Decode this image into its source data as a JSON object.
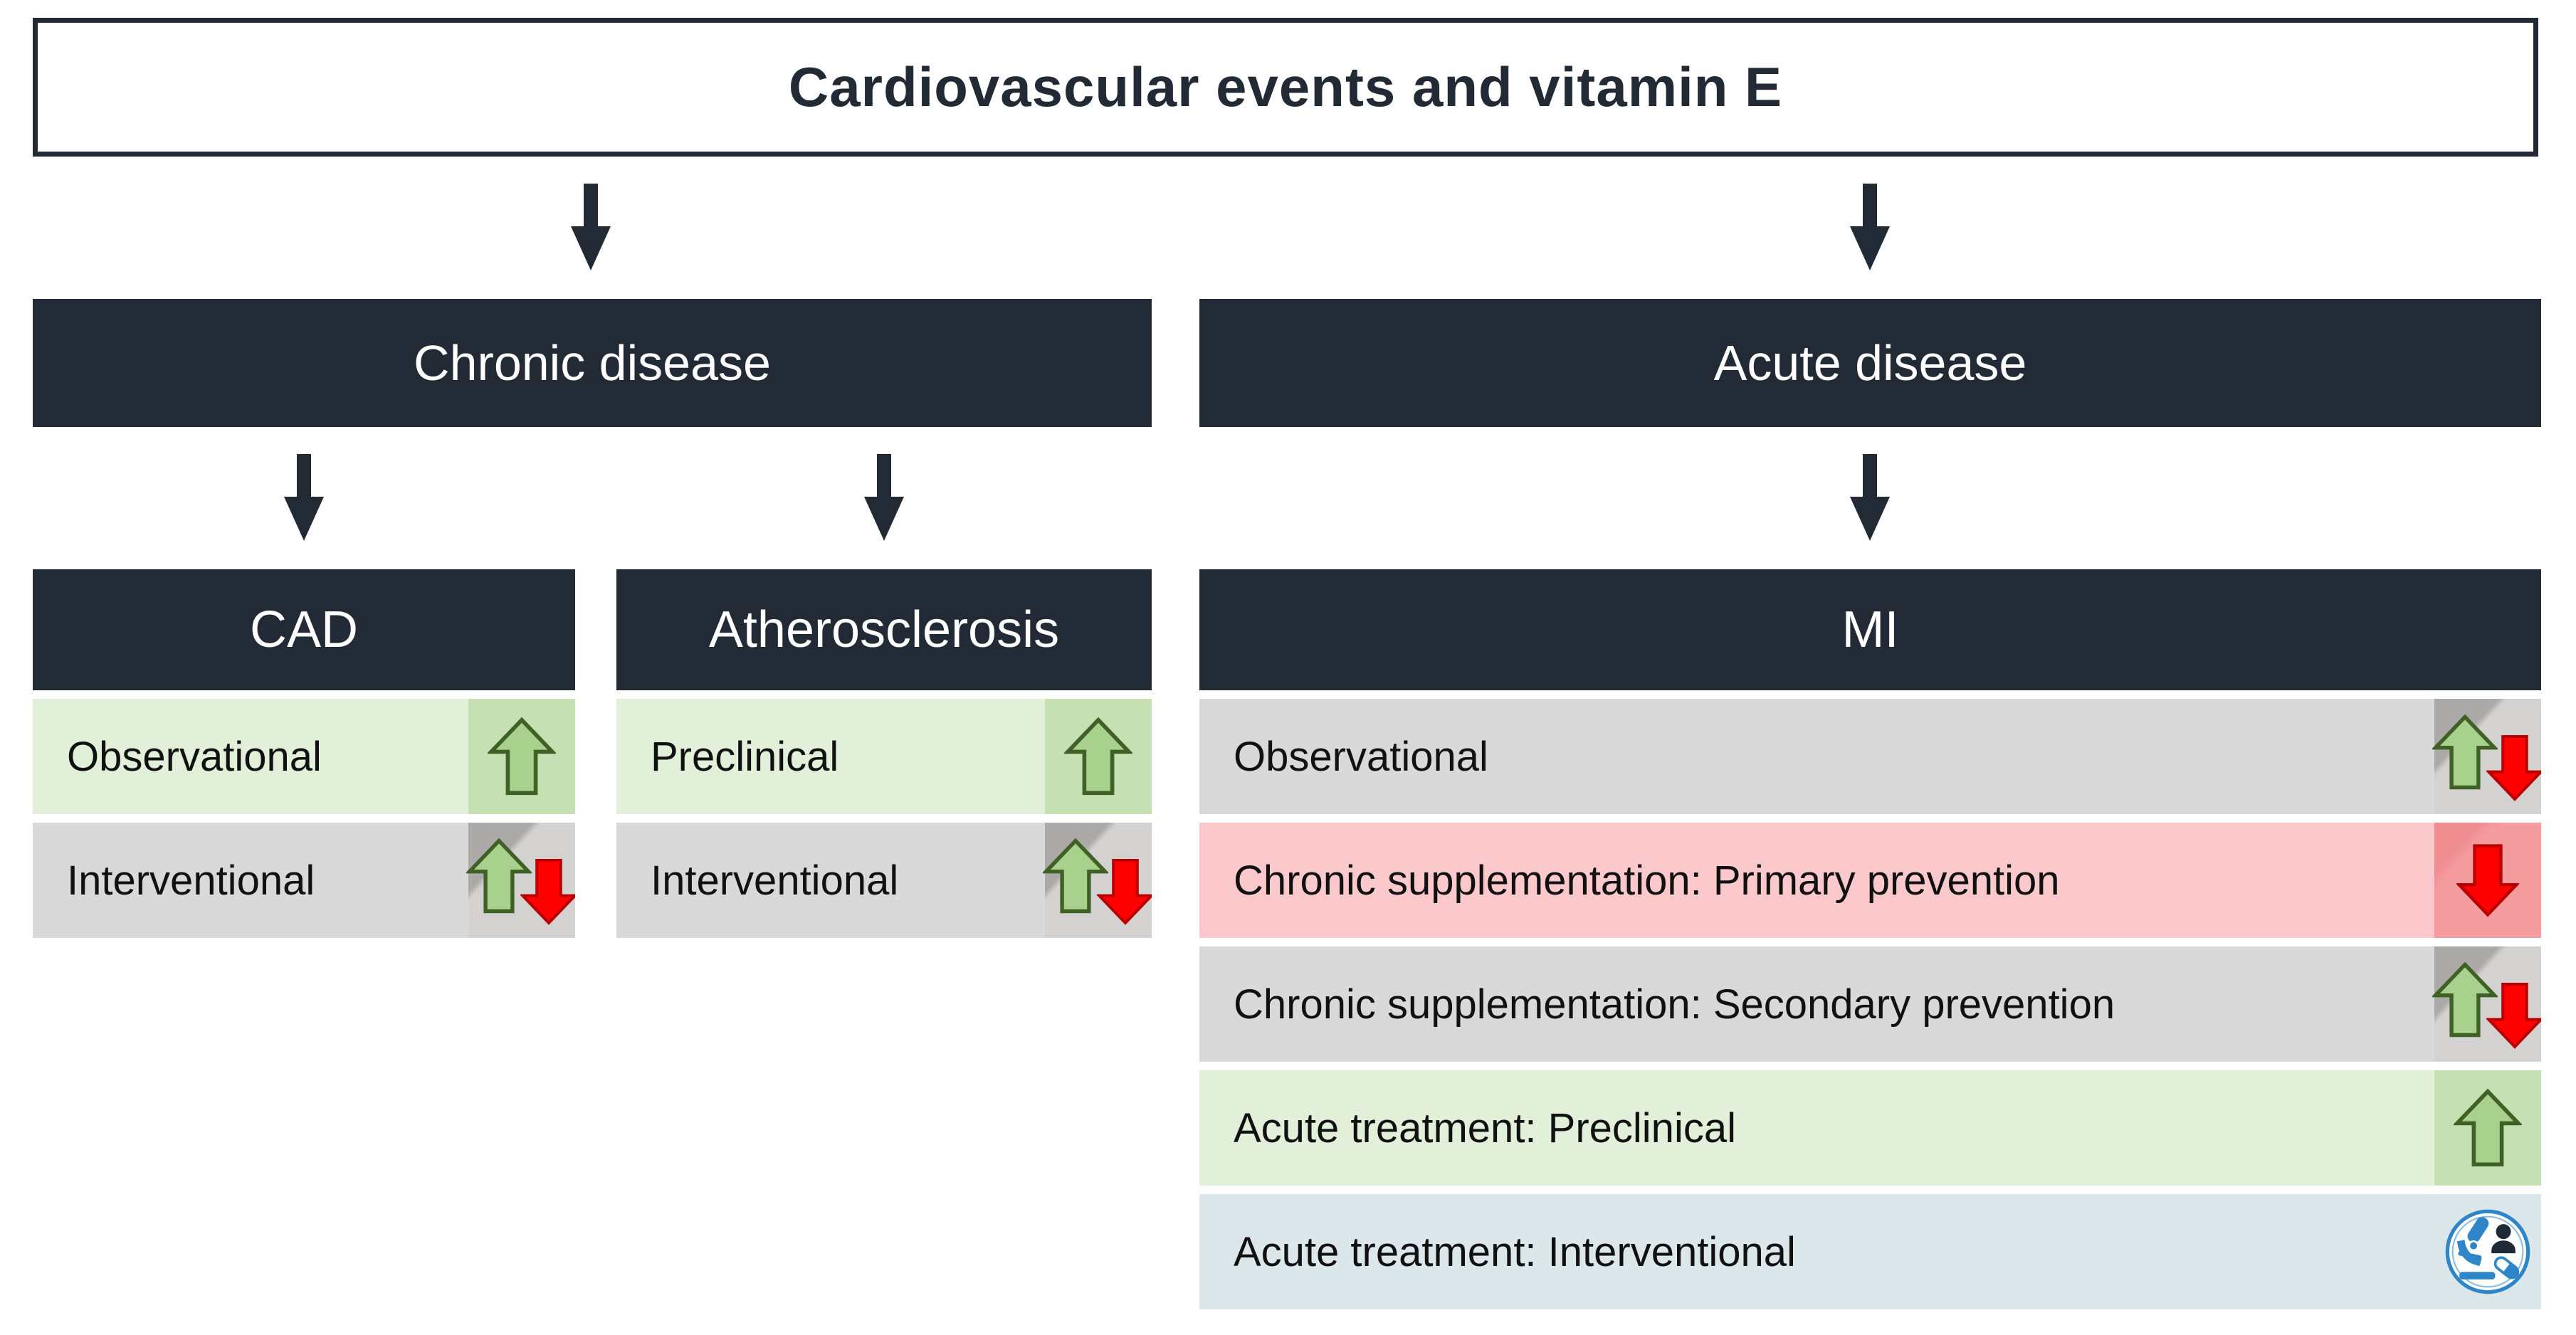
{
  "title": "Cardiovascular events and vitamin E",
  "branches": {
    "chronic": {
      "label": "Chronic disease"
    },
    "acute": {
      "label": "Acute disease"
    }
  },
  "columns": {
    "cad": {
      "label": "CAD",
      "rows": [
        {
          "label": "Observational",
          "tone": "green",
          "indicators": [
            "up-arrow"
          ]
        },
        {
          "label": "Interventional",
          "tone": "gray",
          "indicators": [
            "up-arrow",
            "down-arrow"
          ]
        }
      ]
    },
    "atherosclerosis": {
      "label": "Atherosclerosis",
      "rows": [
        {
          "label": "Preclinical",
          "tone": "green",
          "indicators": [
            "up-arrow"
          ]
        },
        {
          "label": "Interventional",
          "tone": "gray",
          "indicators": [
            "up-arrow",
            "down-arrow"
          ]
        }
      ]
    },
    "mi": {
      "label": "MI",
      "rows": [
        {
          "label": "Observational",
          "tone": "gray",
          "indicators": [
            "up-arrow",
            "down-arrow"
          ]
        },
        {
          "label": "Chronic supplementation: Primary prevention",
          "tone": "red",
          "indicators": [
            "down-arrow"
          ]
        },
        {
          "label": "Chronic supplementation: Secondary prevention",
          "tone": "gray",
          "indicators": [
            "up-arrow",
            "down-arrow"
          ]
        },
        {
          "label": "Acute treatment: Preclinical",
          "tone": "green",
          "indicators": [
            "up-arrow"
          ]
        },
        {
          "label": "Acute treatment: Interventional",
          "tone": "blue",
          "indicators": [
            "clinical-trial"
          ]
        }
      ]
    }
  },
  "icon_legend": {
    "up-arrow": "evidence of benefit",
    "down-arrow": "evidence of harm or no benefit",
    "clinical-trial": "clinical trial / research icon"
  },
  "colors": {
    "navy": "#222A35",
    "row_green": "#E2EFD9",
    "cell_green": "#C5E0B3",
    "row_gray": "#D9D9D9",
    "cell_gray_dark": "#ACA9A9",
    "cell_gray_light": "#D4D1D1",
    "row_red": "#FBC9CB",
    "cell_red": "#F59CA0",
    "cell_red_dark": "#F08E92",
    "row_blue": "#DCE7EC",
    "arrow_green_fill": "#A9D18E",
    "arrow_green_stroke": "#3F6126",
    "arrow_red_fill": "#FE0000",
    "arrow_red_stroke": "#B90000",
    "icon_blue": "#2E86C8",
    "icon_navy": "#1F2A38"
  }
}
